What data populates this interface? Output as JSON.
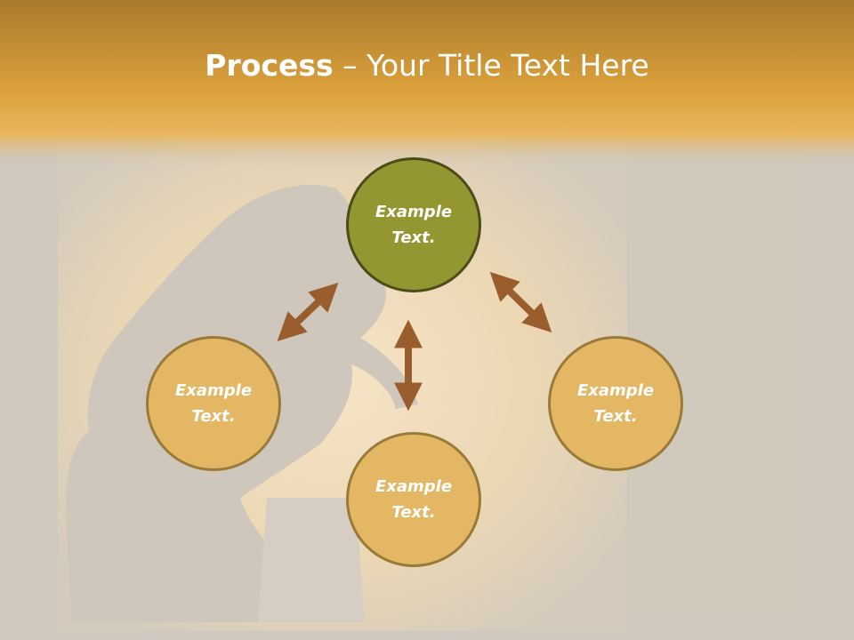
{
  "slide": {
    "title_bold": "Process",
    "title_rest": " – Your Title Text Here"
  },
  "nodes": {
    "top": {
      "line1": "Example",
      "line2": "Text."
    },
    "left": {
      "line1": "Example",
      "line2": "Text."
    },
    "bottom": {
      "line1": "Example",
      "line2": "Text."
    },
    "right": {
      "line1": "Example",
      "line2": "Text."
    }
  },
  "colors": {
    "header": "#dfa33c",
    "accent_node": "#949632",
    "node": "#e4b764",
    "arrow": "#9a5d2e"
  }
}
